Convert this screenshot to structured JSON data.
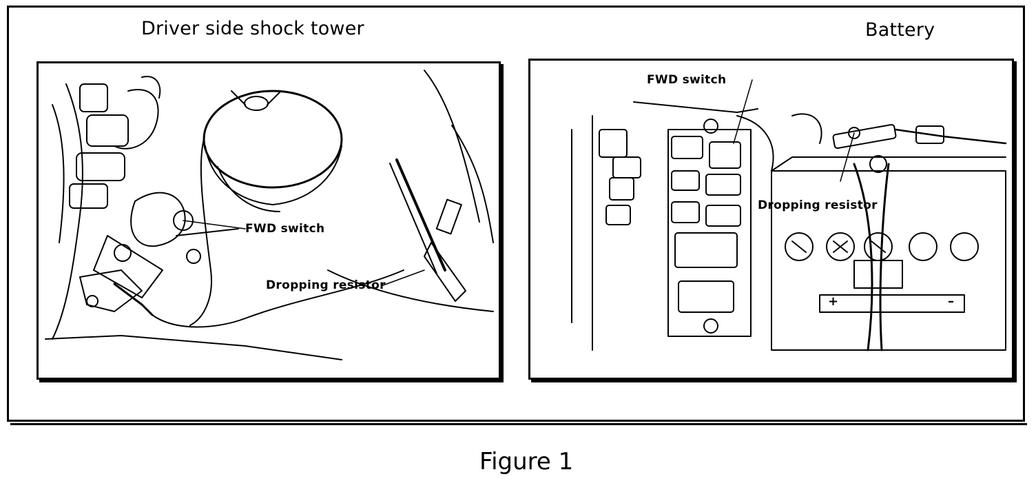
{
  "left_panel": {
    "heading": "Driver side shock tower",
    "fwd_switch_label": "FWD switch",
    "resistor_label": "Dropping resistor"
  },
  "right_panel": {
    "heading": "Battery",
    "fwd_switch_label": "FWD switch",
    "resistor_label": "Dropping resistor",
    "battery_positive": "+",
    "battery_negative": "–"
  },
  "caption": "Figure 1"
}
